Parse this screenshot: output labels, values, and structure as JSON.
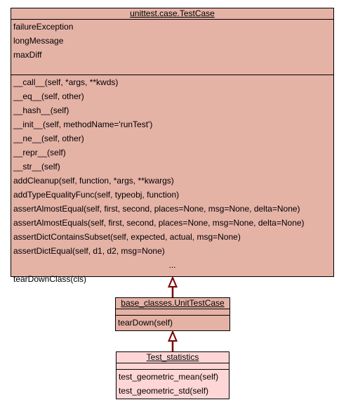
{
  "colors": {
    "base_fill": "#e5b2a6",
    "leaf_fill": "#ffd6d6",
    "border": "#000000",
    "arrow": "#7a0000"
  },
  "classes": {
    "testcase": {
      "name": "unittest.case.TestCase",
      "attributes": [
        "failureException",
        "longMessage",
        "maxDiff"
      ],
      "methods": [
        "__call__(self, *args, **kwds)",
        "__eq__(self, other)",
        "__hash__(self)",
        "__init__(self, methodName='runTest')",
        "__ne__(self, other)",
        "__repr__(self)",
        "__str__(self)",
        "addCleanup(self, function, *args, **kwargs)",
        "addTypeEqualityFunc(self, typeobj, function)",
        "assertAlmostEqual(self, first, second, places=None, msg=None, delta=None)",
        "assertAlmostEquals(self, first, second, places=None, msg=None, delta=None)",
        "assertDictContainsSubset(self, expected, actual, msg=None)",
        "assertDictEqual(self, d1, d2, msg=None)",
        "...",
        "tearDownClass(cls)"
      ]
    },
    "unittestcase": {
      "name": "base_classes.UnitTestCase",
      "attributes": [],
      "methods": [
        "tearDown(self)"
      ]
    },
    "test_statistics": {
      "name": "Test_statistics",
      "attributes": [],
      "methods": [
        "test_geometric_mean(self)",
        "test_geometric_std(self)"
      ]
    }
  }
}
